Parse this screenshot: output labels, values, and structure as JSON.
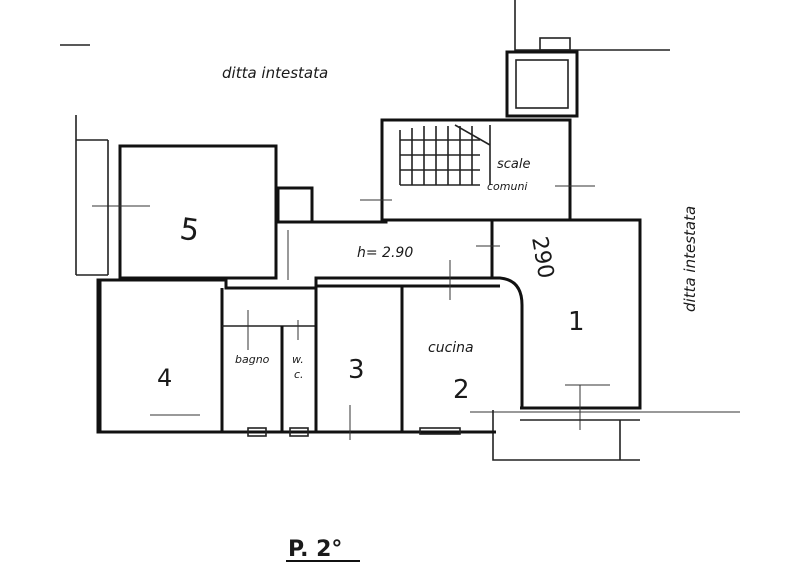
{
  "plan": {
    "neighbor_top_label": "ditta intestata",
    "neighbor_right_label": "ditta intestata",
    "stair_label_line1": "scale",
    "stair_label_line2": "comuni",
    "ceiling_height": "h= 2.90",
    "side_annotation": "290",
    "rooms": {
      "room_1": "1",
      "room_2_name": "cucina",
      "room_2_number": "2",
      "room_3": "3",
      "room_4": "4",
      "room_5": "5",
      "bathroom": "bagno",
      "wc_line1": "w.",
      "wc_line2": "c."
    },
    "floor_label": "P. 2°"
  }
}
